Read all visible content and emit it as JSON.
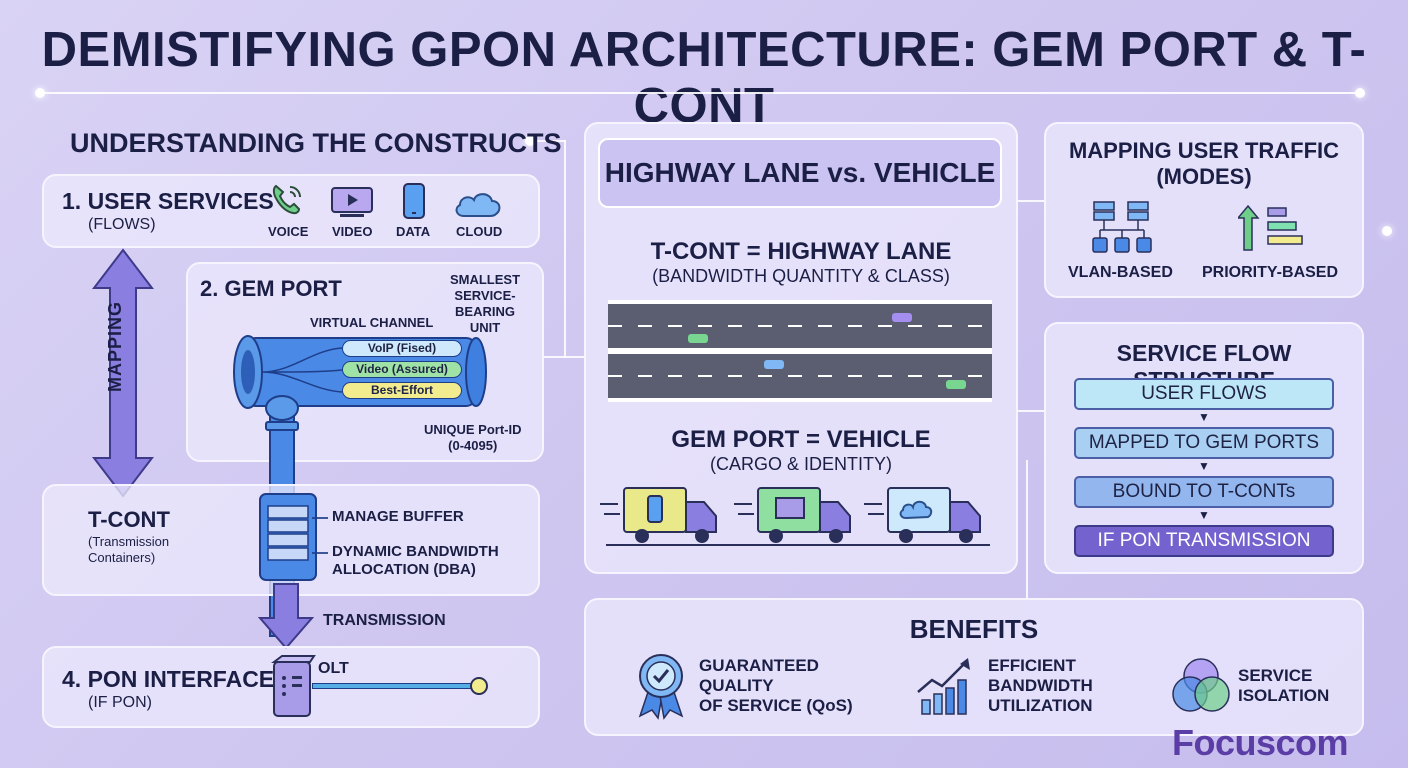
{
  "title": "DEMISTIFYING GPON ARCHITECTURE: GEM PORT & T-CONT",
  "left": {
    "heading": "UNDERSTANDING THE CONSTRUCTS",
    "user_services": {
      "title": "1. USER SERVICES",
      "subtitle": "(FLOWS)",
      "icons": [
        {
          "icon": "phone-icon",
          "label": "VOICE"
        },
        {
          "icon": "video-icon",
          "label": "VIDEO"
        },
        {
          "icon": "mobile-icon",
          "label": "DATA"
        },
        {
          "icon": "cloud-icon",
          "label": "CLOUD"
        }
      ]
    },
    "mapping_label": "MAPPING",
    "gem_port": {
      "title": "2. GEM PORT",
      "smallest": [
        "SMALLEST",
        "SERVICE-BEARING",
        "UNIT"
      ],
      "virtual_channel": "VIRTUAL CHANNEL",
      "channels": [
        "VoIP (Fised)",
        "Video (Assured)",
        "Best-Effort"
      ],
      "unique_id": [
        "UNIQUE Port-ID",
        "(0-4095)"
      ]
    },
    "tcont": {
      "title": "T-CONT",
      "subtitle": [
        "(Transmission",
        "Containers)"
      ],
      "buffer": "MANAGE BUFFER",
      "dba": [
        "DYNAMIC BANDWIDTH",
        "ALLOCATION (DBA)"
      ]
    },
    "transmission": "TRANSMISSION",
    "pon": {
      "title": "4. PON INTERFACE",
      "subtitle": "(IF PON)",
      "olt": "OLT"
    }
  },
  "center": {
    "heading": "HIGHWAY LANE vs. VEHICLE",
    "tcont_title": "T-CONT = HIGHWAY LANE",
    "tcont_sub": "(BANDWIDTH QUANTITY & CLASS)",
    "gem_title": "GEM PORT = VEHICLE",
    "gem_sub": "(CARGO & IDENTITY)"
  },
  "mapping": {
    "heading": [
      "MAPPING USER TRAFFIC",
      "(MODES)"
    ],
    "modes": [
      {
        "icon": "vlan-tree-icon",
        "label": "VLAN-BASED"
      },
      {
        "icon": "priority-bars-icon",
        "label": "PRIORITY-BASED"
      }
    ]
  },
  "flow": {
    "heading": "SERVICE FLOW STRUCTURE",
    "steps": [
      "USER FLOWS",
      "MAPPED TO GEM PORTS",
      "BOUND TO T-CONTs",
      "IF PON TRANSMISSION"
    ]
  },
  "benefits": {
    "heading": "BENEFITS",
    "items": [
      {
        "icon": "qos-badge-icon",
        "lines": [
          "GUARANTEED",
          "QUALITY",
          "OF SERVICE (QoS)"
        ]
      },
      {
        "icon": "growth-chart-icon",
        "lines": [
          "EFFICIENT",
          "BANDWIDTH",
          "UTILIZATION"
        ]
      },
      {
        "icon": "venn-icon",
        "lines": [
          "SERVICE",
          "ISOLATION"
        ]
      }
    ]
  },
  "logo": "Focuscom",
  "colors": {
    "accent_purple": "#7b6fd8",
    "pipe_blue": "#3f7fe0",
    "flow_light": "#bde7f7",
    "flow_dark": "#7463cf"
  }
}
